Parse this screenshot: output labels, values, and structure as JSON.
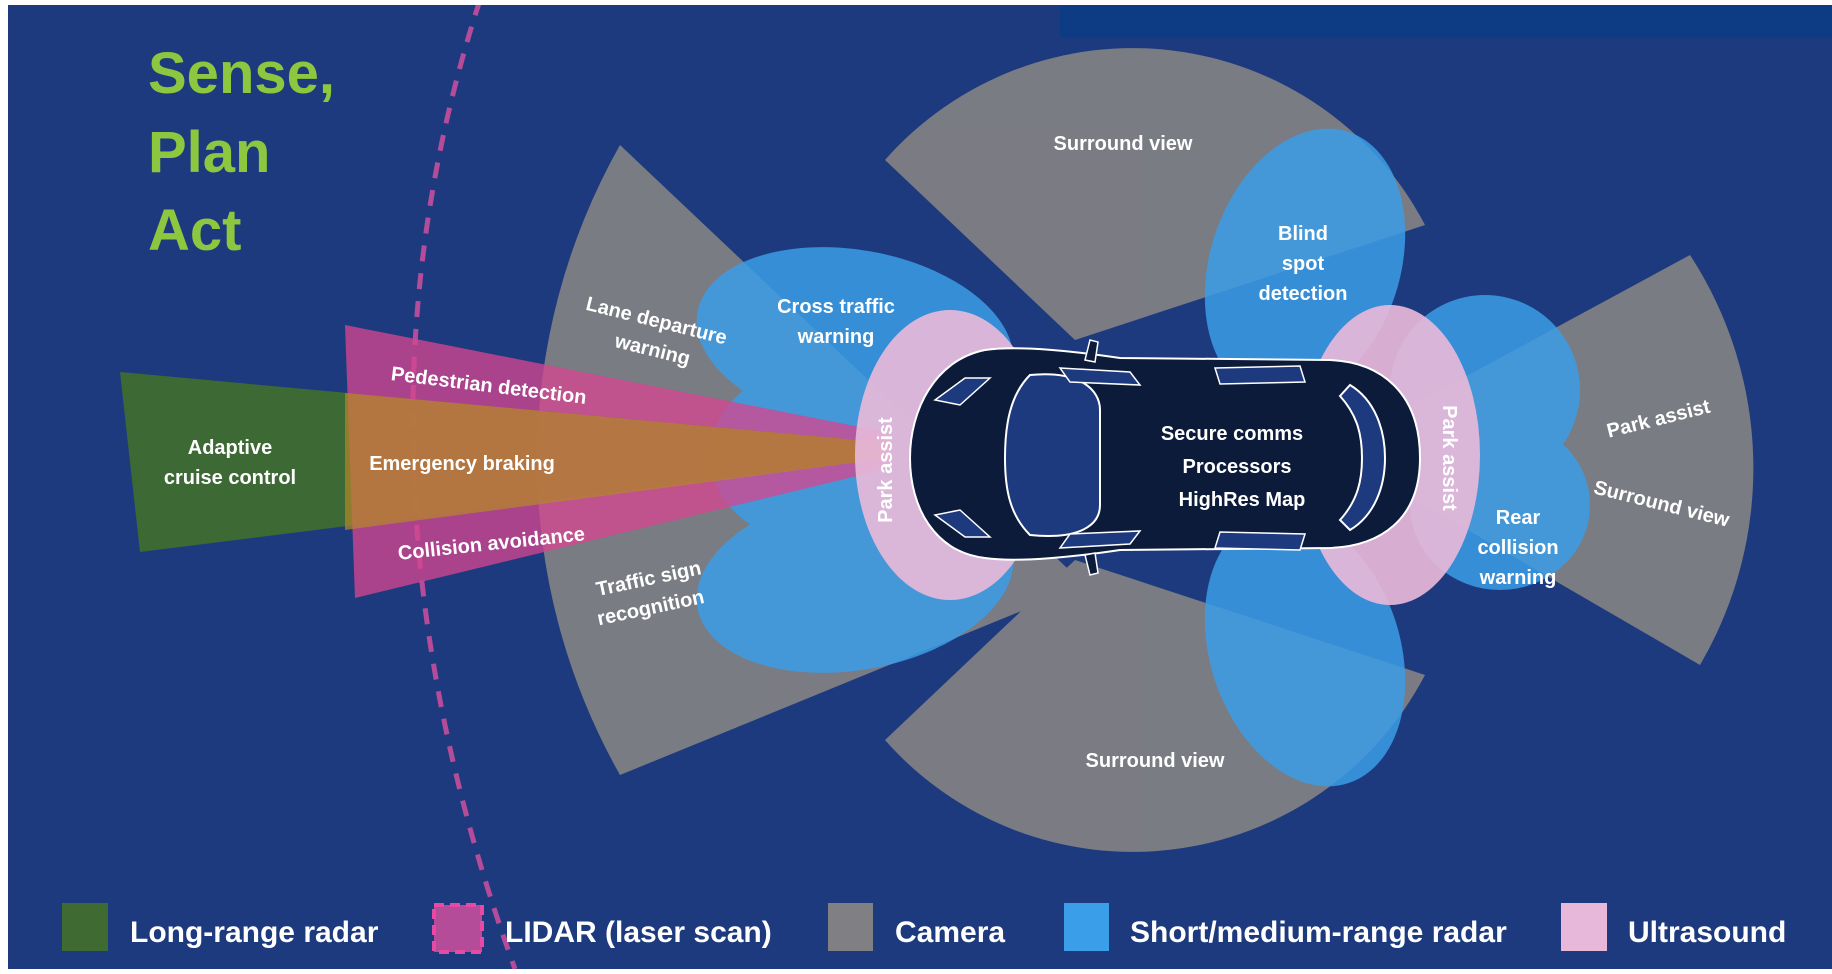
{
  "title": [
    "Sense,",
    "Plan",
    "Act"
  ],
  "colors": {
    "background": "#1e3a7e",
    "title": "#8dc63f",
    "long_range_radar": "#3f6b32",
    "lidar": "#d4478f",
    "camera": "#7f7f84",
    "short_medium_range_radar": "#3b9ee8",
    "ultrasound": "#e7b8d9",
    "car_body": "#0d1b3b",
    "text": "#ffffff"
  },
  "labels": {
    "acc": [
      "Adaptive",
      "cruise control"
    ],
    "emergency": "Emergency braking",
    "pedestrian": "Pedestrian detection",
    "collision": "Collision avoidance",
    "lane": [
      "Lane departure",
      "warning"
    ],
    "traffic_sign": [
      "Traffic sign",
      "recognition"
    ],
    "cross_traffic": [
      "Cross traffic",
      "warning"
    ],
    "surround_top": "Surround view",
    "surround_bottom": "Surround view",
    "blind_spot": [
      "Blind",
      "spot",
      "detection"
    ],
    "park_front": "Park assist",
    "park_rear": "Park assist",
    "car_center": [
      "Secure comms",
      "Processors",
      "HighRes Map"
    ],
    "rear_park": "Park assist",
    "rear_surround": "Surround view",
    "rear_collision": [
      "Rear",
      "collision",
      "warning"
    ]
  },
  "legend": [
    {
      "label": "Long-range radar",
      "swatch": "long_range_radar",
      "icon": "long-range-radar-swatch"
    },
    {
      "label": "LIDAR (laser scan)",
      "swatch": "lidar",
      "icon": "lidar-swatch"
    },
    {
      "label": "Camera",
      "swatch": "camera",
      "icon": "camera-swatch"
    },
    {
      "label": "Short/medium-range radar",
      "swatch": "short_medium_range_radar",
      "icon": "short-medium-range-radar-swatch"
    },
    {
      "label": "Ultrasound",
      "swatch": "ultrasound",
      "icon": "ultrasound-swatch"
    }
  ]
}
